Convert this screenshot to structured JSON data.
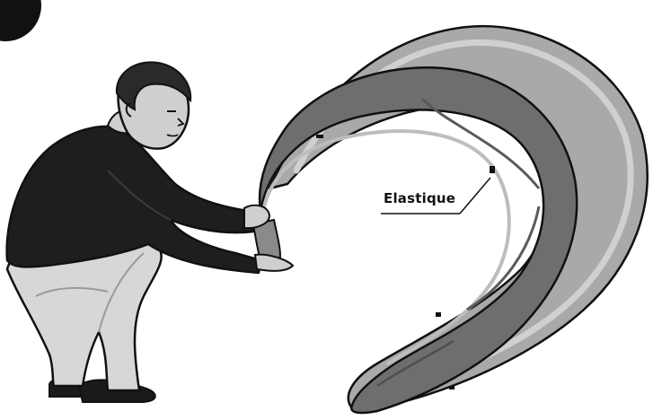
{
  "callout": {
    "label": "Elastique"
  },
  "step_badge": {
    "color": "#111111"
  },
  "icons": [
    "step-badge-icon",
    "person-figure",
    "tent-hoop-outer",
    "tent-hoop-inner",
    "callout-leader-line"
  ],
  "colors": {
    "tent_outer": "#a9a9a9",
    "tent_inner": "#6e6e6e",
    "tent_edge": "#c9c9c9",
    "sweater": "#1e1e1e",
    "trousers": "#d7d7d7",
    "skin": "#cfcfcf",
    "hair": "#2a2a2a",
    "outline": "#111111"
  }
}
